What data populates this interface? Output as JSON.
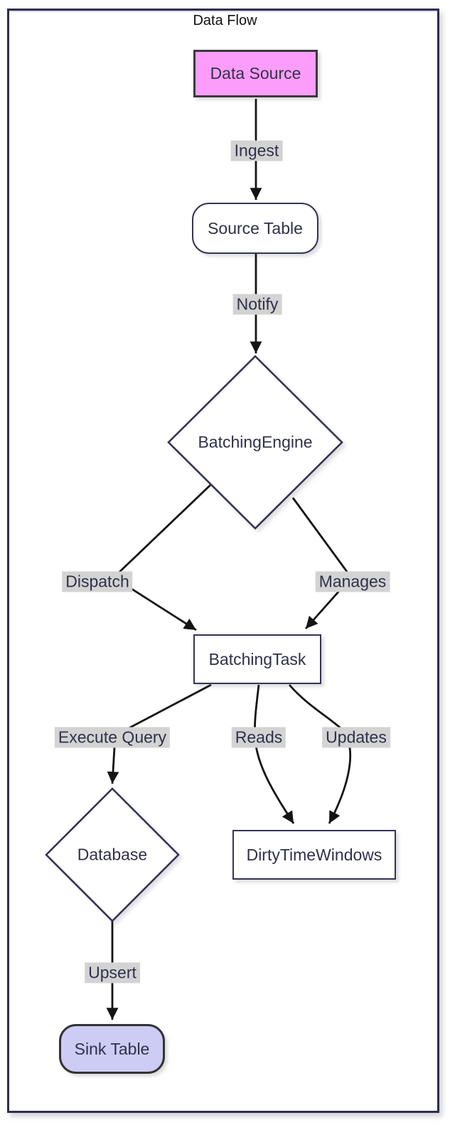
{
  "diagram": {
    "title": "Data Flow",
    "type": "flowchart",
    "direction": "top-down",
    "nodes": [
      {
        "id": "data-source",
        "label": "Data Source",
        "shape": "rectangle",
        "fill": "#fc9dfc"
      },
      {
        "id": "source-table",
        "label": "Source Table",
        "shape": "rounded",
        "fill": "#ffffff"
      },
      {
        "id": "batching-engine",
        "label": "BatchingEngine",
        "shape": "diamond",
        "fill": "#ffffff"
      },
      {
        "id": "batching-task",
        "label": "BatchingTask",
        "shape": "rectangle",
        "fill": "#ffffff"
      },
      {
        "id": "database",
        "label": "Database",
        "shape": "diamond",
        "fill": "#ffffff"
      },
      {
        "id": "dirty-time-windows",
        "label": "DirtyTimeWindows",
        "shape": "rectangle",
        "fill": "#ffffff"
      },
      {
        "id": "sink-table",
        "label": "Sink Table",
        "shape": "rounded",
        "fill": "#ccccf5"
      }
    ],
    "edges": [
      {
        "from": "data-source",
        "to": "source-table",
        "label": "Ingest"
      },
      {
        "from": "source-table",
        "to": "batching-engine",
        "label": "Notify"
      },
      {
        "from": "batching-engine",
        "to": "batching-task",
        "label": "Dispatch"
      },
      {
        "from": "batching-engine",
        "to": "batching-task",
        "label": "Manages"
      },
      {
        "from": "batching-task",
        "to": "database",
        "label": "Execute Query"
      },
      {
        "from": "batching-task",
        "to": "dirty-time-windows",
        "label": "Reads"
      },
      {
        "from": "batching-task",
        "to": "dirty-time-windows",
        "label": "Updates"
      },
      {
        "from": "database",
        "to": "sink-table",
        "label": "Upsert"
      }
    ],
    "colors": {
      "frame_border": "#2e2e4e",
      "node_border": "#343456",
      "dark_border": "#3a3a3a",
      "node_text": "#30304a",
      "title_text": "#111111",
      "edge_line": "#141414",
      "edge_label_bg": "#d3d3d3",
      "pink_fill": "#fc9dfc",
      "lavender_fill": "#ccccf5"
    }
  }
}
